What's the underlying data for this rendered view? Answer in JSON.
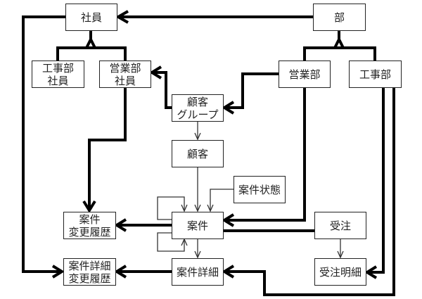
{
  "diagram": {
    "type": "entity-relationship",
    "entities": [
      {
        "id": "shain",
        "lines": [
          "社員"
        ]
      },
      {
        "id": "bu",
        "lines": [
          "部"
        ]
      },
      {
        "id": "kouji_shain",
        "lines": [
          "工事部",
          "社員"
        ]
      },
      {
        "id": "eigyo_shain",
        "lines": [
          "営業部",
          "社員"
        ]
      },
      {
        "id": "eigyobu",
        "lines": [
          "営業部"
        ]
      },
      {
        "id": "koujibu",
        "lines": [
          "工事部"
        ]
      },
      {
        "id": "kokyaku_group",
        "lines": [
          "顧客",
          "グループ"
        ]
      },
      {
        "id": "kokyaku",
        "lines": [
          "顧客"
        ]
      },
      {
        "id": "anken_status",
        "lines": [
          "案件状態"
        ]
      },
      {
        "id": "anken",
        "lines": [
          "案件"
        ]
      },
      {
        "id": "anken_history",
        "lines": [
          "案件",
          "変更履歴"
        ]
      },
      {
        "id": "juchu",
        "lines": [
          "受注"
        ]
      },
      {
        "id": "anken_detail",
        "lines": [
          "案件詳細"
        ]
      },
      {
        "id": "anken_detail_history",
        "lines": [
          "案件詳細",
          "変更履歴"
        ]
      },
      {
        "id": "juchu_detail",
        "lines": [
          "受注明細"
        ]
      }
    ],
    "relations": [
      {
        "from": "bu",
        "to": "shain",
        "kind": "one-to-many",
        "weight": "thick"
      },
      {
        "from": "shain",
        "to": "kouji_shain",
        "kind": "subtype"
      },
      {
        "from": "shain",
        "to": "eigyo_shain",
        "kind": "subtype"
      },
      {
        "from": "bu",
        "to": "eigyobu",
        "kind": "subtype"
      },
      {
        "from": "bu",
        "to": "koujibu",
        "kind": "subtype"
      },
      {
        "from": "kokyaku_group",
        "to": "eigyo_shain",
        "kind": "one-to-many",
        "weight": "thick"
      },
      {
        "from": "eigyobu",
        "to": "kokyaku_group",
        "kind": "one-to-many",
        "weight": "thick"
      },
      {
        "from": "kokyaku_group",
        "to": "kokyaku",
        "kind": "one-to-many",
        "weight": "thin"
      },
      {
        "from": "kokyaku",
        "to": "anken",
        "kind": "one-to-many",
        "weight": "thin"
      },
      {
        "from": "anken_status",
        "to": "anken",
        "kind": "one-to-many",
        "weight": "thin"
      },
      {
        "from": "anken",
        "to": "anken",
        "kind": "self-reference",
        "weight": "thin"
      },
      {
        "from": "anken",
        "to": "anken",
        "kind": "self-reference",
        "weight": "thin"
      },
      {
        "from": "eigyobu",
        "to": "anken",
        "kind": "one-to-many",
        "weight": "thick"
      },
      {
        "from": "eigyo_shain",
        "to": "anken_history",
        "kind": "one-to-many",
        "weight": "thick"
      },
      {
        "from": "anken",
        "to": "anken_history",
        "kind": "one-to-many",
        "weight": "thick"
      },
      {
        "from": "anken",
        "to": "juchu",
        "kind": "one-to-one",
        "weight": "thick"
      },
      {
        "from": "anken",
        "to": "anken_detail",
        "kind": "one-to-many",
        "weight": "thin"
      },
      {
        "from": "juchu",
        "to": "juchu_detail",
        "kind": "one-to-many",
        "weight": "thin"
      },
      {
        "from": "koujibu",
        "to": "juchu_detail",
        "kind": "one-to-many",
        "weight": "thick"
      },
      {
        "from": "koujibu",
        "to": "anken_detail",
        "kind": "one-to-many",
        "weight": "thick"
      },
      {
        "from": "shain",
        "to": "anken_detail_history",
        "kind": "one-to-many",
        "weight": "thick"
      },
      {
        "from": "anken_detail",
        "to": "anken_detail_history",
        "kind": "one-to-many",
        "weight": "thick"
      }
    ]
  }
}
